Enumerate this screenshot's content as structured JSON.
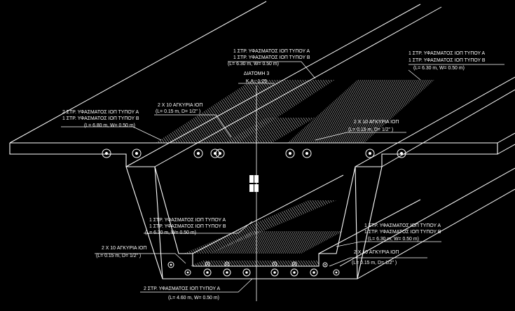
{
  "drawing": {
    "background": "#000000",
    "line_color": "#ffffff",
    "section": {
      "title": "ΔΙΑΤΟΜΗ 3",
      "scale": "Κ.Λ.: 1:25"
    }
  },
  "annotations": {
    "top_center": {
      "line1": "1 ΣΤΡ. ΥΦΑΣΜΑΤΟΣ ΙΟΠ ΤΥΠΟΥ Α",
      "line2": "1 ΣΤΡ. ΥΦΑΣΜΑΤΟΣ ΙΟΠ ΤΥΠΟΥ Β",
      "line3": "(L= 6.30 m, W= 0.50 m)"
    },
    "top_right": {
      "line1": "1 ΣΤΡ. ΥΦΑΣΜΑΤΟΣ ΙΟΠ ΤΥΠΟΥ Α",
      "line2": "1 ΣΤΡ. ΥΦΑΣΜΑΤΟΣ ΙΟΠ ΤΥΠΟΥ Β",
      "line3": "(L= 6.30 m, W= 0.50 m)"
    },
    "anchors_top_left": {
      "line1": "2 X 10 ΑΓΚΥΡΙΑ ΙΟΠ",
      "line2": "(L= 0.15 m, D= 1/2\" )"
    },
    "left_fabric": {
      "line1": "2 ΣΤΡ. ΥΦΑΣΜΑΤΟΣ ΙΟΠ ΤΥΠΟΥ Α",
      "line2": "1 ΣΤΡ. ΥΦΑΣΜΑΤΟΣ ΙΟΠ ΤΥΠΟΥ Β",
      "line3": "(L= 6.80 m, W= 0.50 m)"
    },
    "anchors_top_right": {
      "line1": "2 X 10 ΑΓΚΥΡΙΑ ΙΟΠ",
      "line2": "(L= 0.15 m, D= 1/2\" )"
    },
    "bottom_left_fabric": {
      "line1": "1 ΣΤΡ. ΥΦΑΣΜΑΤΟΣ ΙΟΠ ΤΥΠΟΥ Α",
      "line2": "1 ΣΤΡ. ΥΦΑΣΜΑΤΟΣ ΙΟΠ ΤΥΠΟΥ Β",
      "line3": "(L= 6.30 m, W= 0.50 m)"
    },
    "anchors_bottom_left": {
      "line1": "2 X 10 ΑΓΚΥΡΙΑ ΙΟΠ",
      "line2": "(L= 0.15 m, D= 1/2\" )"
    },
    "bottom_right_fabric": {
      "line1": "1 ΣΤΡ. ΥΦΑΣΜΑΤΟΣ ΙΟΠ ΤΥΠΟΥ Α",
      "line2": "1 ΣΤΡ. ΥΦΑΣΜΑΤΟΣ ΙΟΠ ΤΥΠΟΥ Β",
      "line3": "(L= 6.30 m, W= 0.50 m)"
    },
    "anchors_bottom_right": {
      "line1": "2 X 10 ΑΓΚΥΡΙΑ ΙΟΠ",
      "line2": "(L= 0.15 m, D= 1/2\" )"
    },
    "bottom_slab": {
      "line1": "2 ΣΤΡ. ΥΦΑΣΜΑΤΟΣ ΙΟΠ ΤΥΠΟΥ Α",
      "line2": "(L= 4.60 m, W= 0.50 m)"
    }
  }
}
